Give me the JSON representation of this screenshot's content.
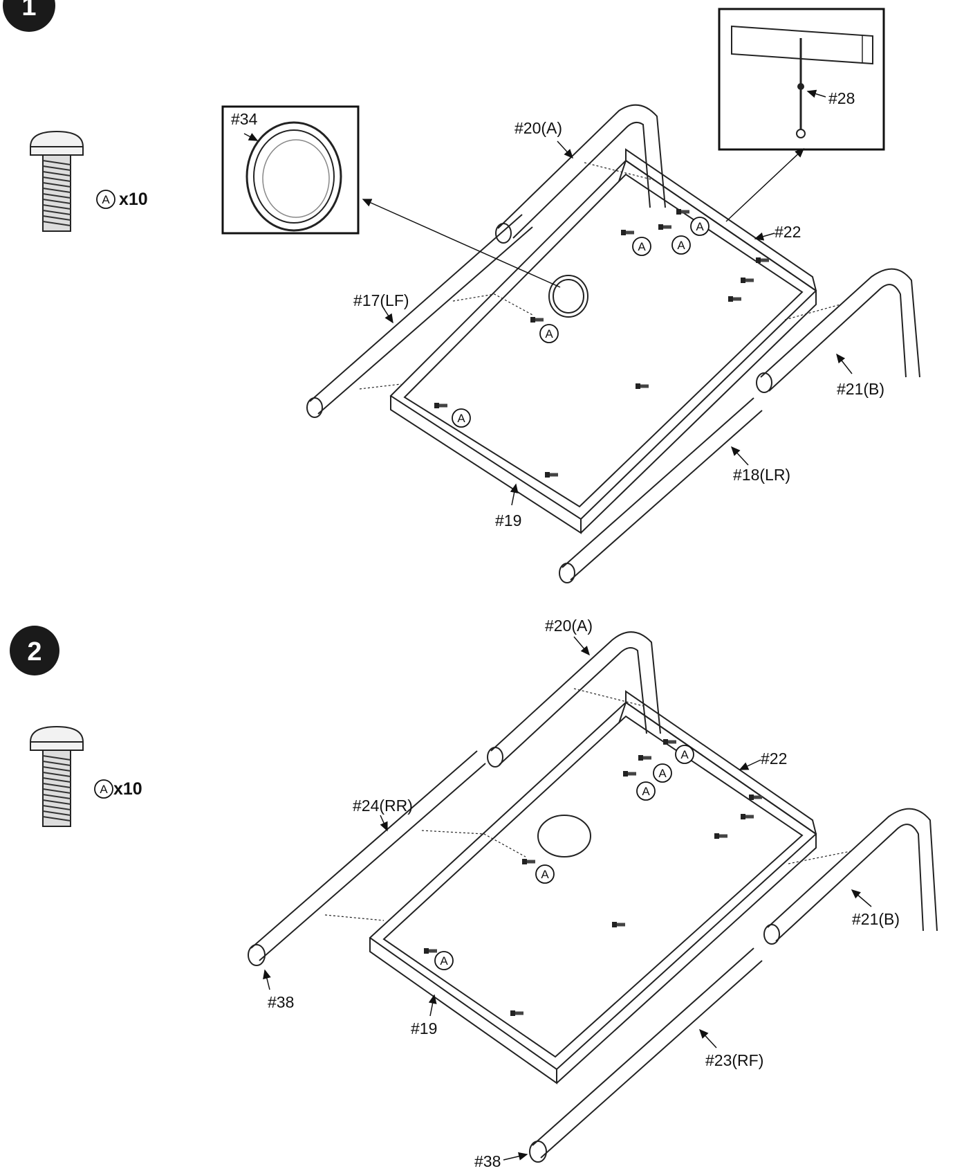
{
  "steps": [
    {
      "number": "1",
      "hardware": {
        "letter": "A",
        "quantity": "x10"
      },
      "labels": {
        "p34": "#34",
        "p28": "#28",
        "p20": "#20(A)",
        "p22": "#22",
        "p17": "#17(LF)",
        "p21": "#21(B)",
        "p18": "#18(LR)",
        "p19": "#19"
      },
      "screw_letter": "A"
    },
    {
      "number": "2",
      "hardware": {
        "letter": "A",
        "quantity": "x10"
      },
      "labels": {
        "p20": "#20(A)",
        "p22": "#22",
        "p24": "#24(RR)",
        "p21": "#21(B)",
        "p38a": "#38",
        "p19": "#19",
        "p23": "#23(RF)",
        "p38b": "#38"
      },
      "screw_letter": "A"
    }
  ]
}
